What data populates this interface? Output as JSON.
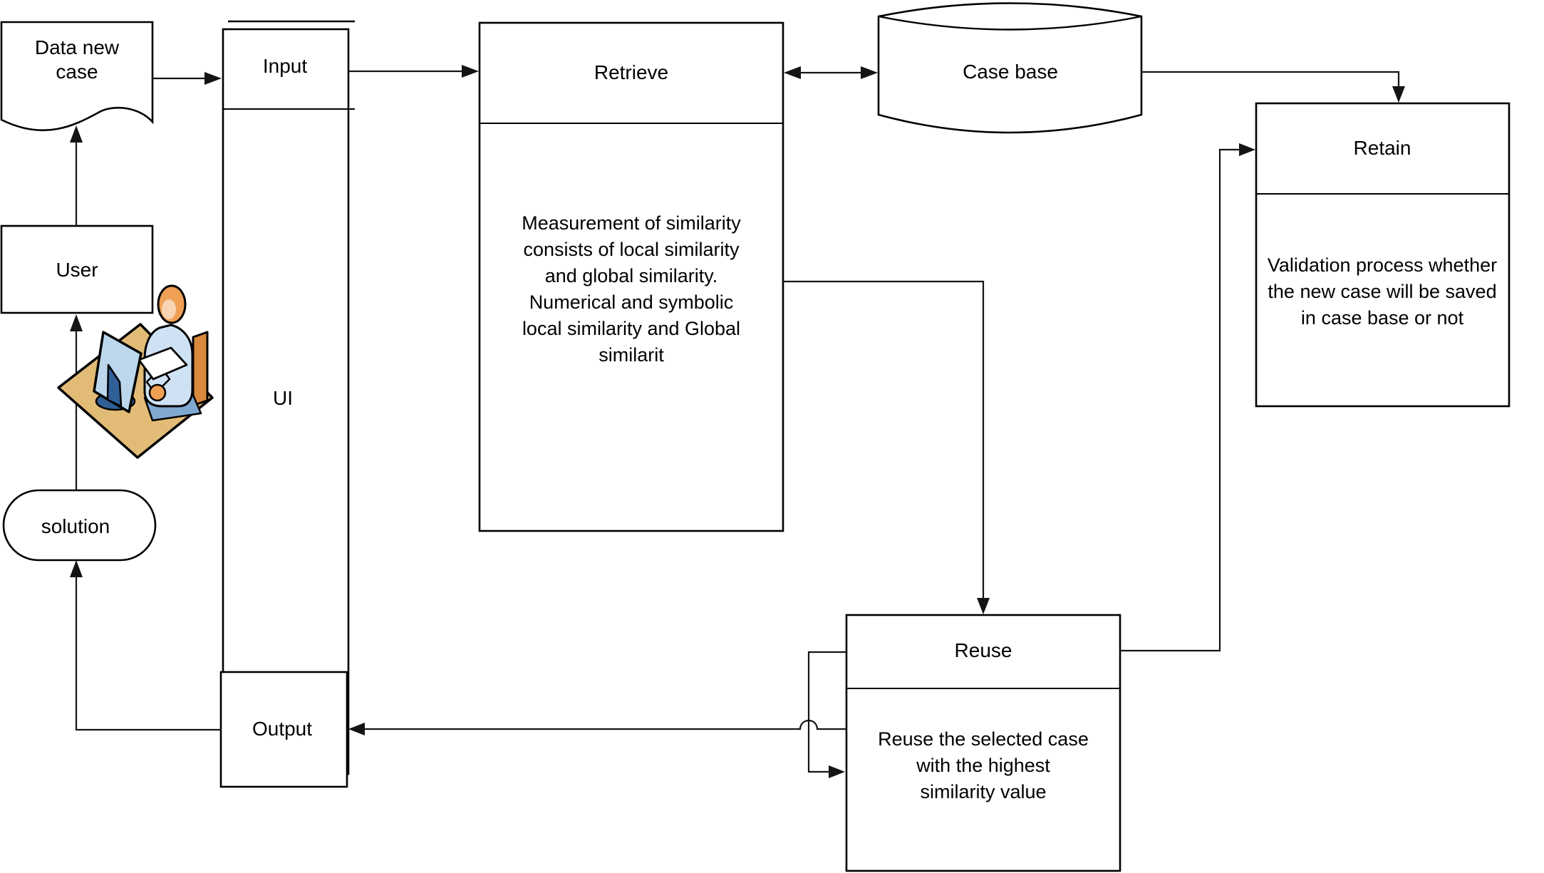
{
  "figure": {
    "nodes": {
      "data_new_case": {
        "shape": "document",
        "label_lines": [
          "Data new",
          "case"
        ]
      },
      "user": {
        "label": "User"
      },
      "solution": {
        "label": "solution"
      },
      "ui_panel": {
        "input_label": "Input",
        "ui_label": "UI",
        "output_label": "Output"
      },
      "retrieve": {
        "title": "Retrieve",
        "body_lines": [
          "Measurement of similarity",
          "consists of local similarity",
          "and global similarity.",
          "Numerical and symbolic",
          "local similarity and Global",
          "similarit"
        ]
      },
      "case_base": {
        "shape": "cylinder",
        "label": "Case base"
      },
      "retain": {
        "title": "Retain",
        "body_lines": [
          "Validation process whether",
          "the new case will be saved",
          "in case base or not"
        ]
      },
      "reuse": {
        "title": "Reuse",
        "body_lines": [
          "Reuse the selected case",
          "with the highest",
          "similarity value"
        ]
      }
    },
    "colors": {
      "background": "#ffffff",
      "shape_fill": "#ffffff",
      "outline": "#000000",
      "illustration": {
        "desk": "#e2bc77",
        "monitor_screen": "#bcd7ec",
        "monitor_stand": "#2f5f96",
        "skin": "#efa055",
        "shirt": "#cfe2f3",
        "chair_back": "#d8893c",
        "seat": "#7fa9cf",
        "tray": "#ffffff",
        "highlight": "#ffffff"
      }
    }
  }
}
